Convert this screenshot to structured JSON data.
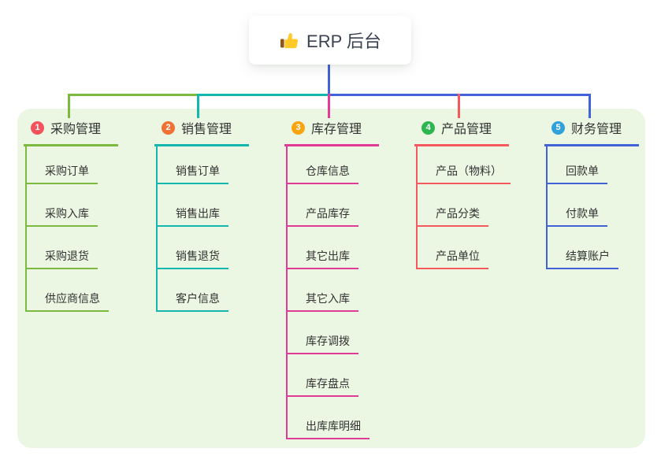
{
  "root": {
    "icon": "thumbs-up",
    "label": "ERP 后台"
  },
  "colors": {
    "panel_bg": "#EBF6E3",
    "root_line": "#4162D8",
    "node_text": "#333333",
    "root_text": "#3A4150"
  },
  "branches": [
    {
      "num": "1",
      "label": "采购管理",
      "badge_color": "#F4535E",
      "line_color": "#7CBA3F",
      "children": [
        "采购订单",
        "采购入库",
        "采购退货",
        "供应商信息"
      ]
    },
    {
      "num": "2",
      "label": "销售管理",
      "badge_color": "#EF7134",
      "line_color": "#14B7AE",
      "children": [
        "销售订单",
        "销售出库",
        "销售退货",
        "客户信息"
      ]
    },
    {
      "num": "3",
      "label": "库存管理",
      "badge_color": "#F8A40E",
      "line_color": "#E23A97",
      "children": [
        "仓库信息",
        "产品库存",
        "其它出库",
        "其它入库",
        "库存调拨",
        "库存盘点",
        "出库库明细"
      ]
    },
    {
      "num": "4",
      "label": "产品管理",
      "badge_color": "#2DB54F",
      "line_color": "#F5595D",
      "children": [
        "产品（物料）",
        "产品分类",
        "产品单位"
      ]
    },
    {
      "num": "5",
      "label": "财务管理",
      "badge_color": "#2FA2DC",
      "line_color": "#4162D8",
      "children": [
        "回款单",
        "付款单",
        "结算账户"
      ]
    }
  ]
}
